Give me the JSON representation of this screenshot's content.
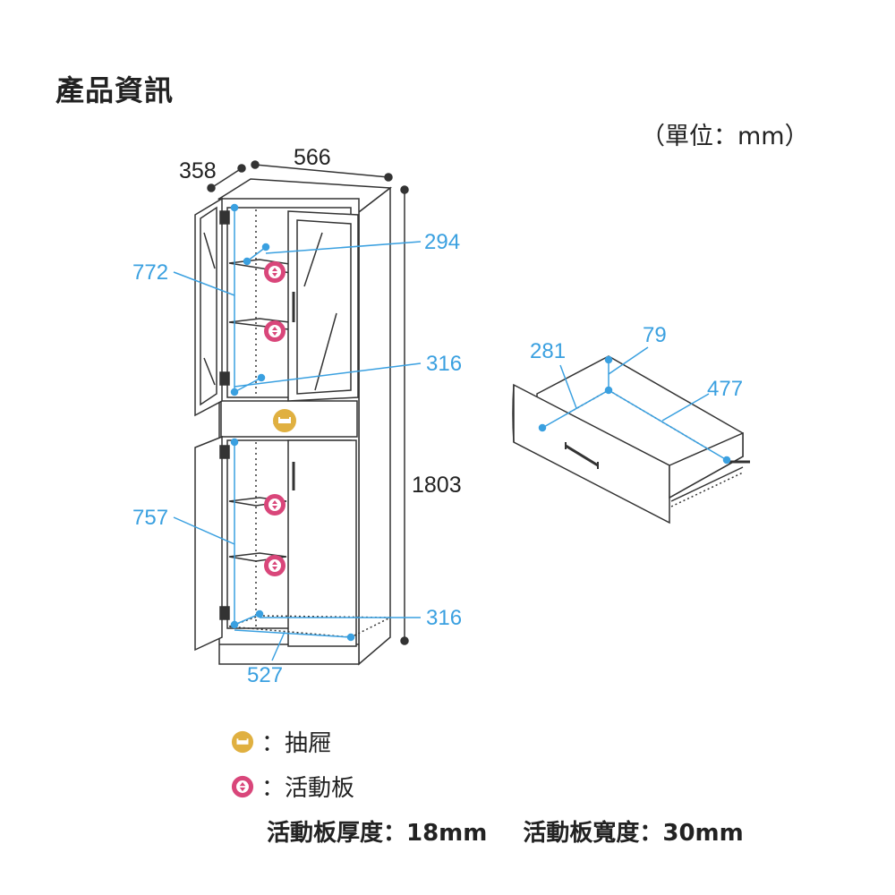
{
  "header": {
    "title": "產品資訊",
    "unit": "（單位：mm）"
  },
  "cabinet": {
    "depth": "358",
    "width": "566",
    "height": "1803",
    "upper_door_height": "772",
    "lower_door_height": "757",
    "upper_shelf_depth": "294",
    "upper_shelf_width": "316",
    "bottom_depth": "316",
    "inner_width": "527"
  },
  "drawer": {
    "width": "281",
    "height": "79",
    "depth": "477"
  },
  "legend": {
    "drawer_label": "：抽屜",
    "shelf_label": "：活動板"
  },
  "specs": {
    "shelf_thickness": "活動板厚度：18mm",
    "shelf_width": "活動板寬度：30mm"
  },
  "colors": {
    "dimension_blue": "#3aa0e0",
    "drawer_gold": "#e0b040",
    "shelf_pink": "#d9467a",
    "line": "#333333"
  }
}
